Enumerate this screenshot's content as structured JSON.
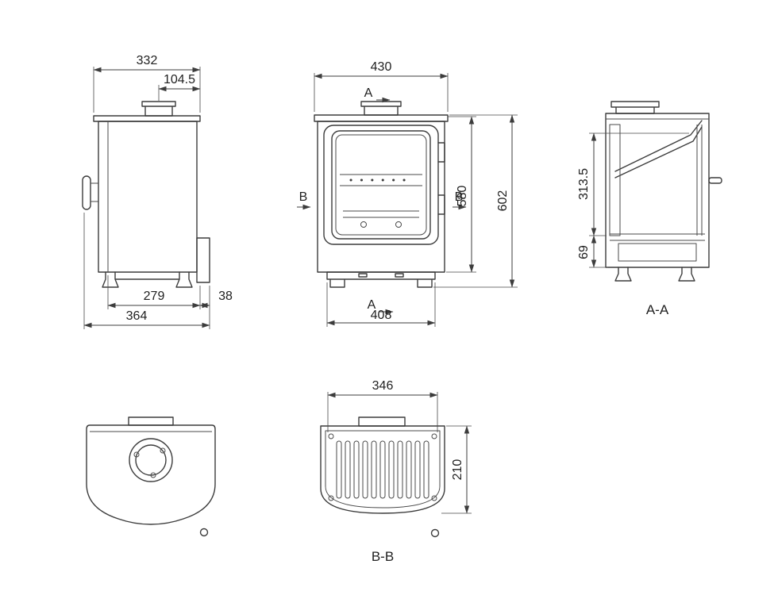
{
  "style": {
    "line_color": "#3c3c3c",
    "background": "#ffffff"
  },
  "drawing": {
    "side_view": {
      "dim_top_depth": "332",
      "dim_flue_offset": "104.5",
      "dim_front_to_bracket": "279",
      "dim_bracket_offset": "38",
      "dim_total_depth": "364"
    },
    "front_view": {
      "dim_top_width": "430",
      "dim_body_height": "580",
      "dim_total_height": "602",
      "dim_base_width": "408",
      "section_marker_a": "A",
      "section_marker_b": "B"
    },
    "section_aa": {
      "dim_firebox_height": "313.5",
      "dim_base_height": "69",
      "label": "A-A"
    },
    "section_bb": {
      "dim_width": "346",
      "dim_depth": "210",
      "label": "B-B"
    }
  }
}
